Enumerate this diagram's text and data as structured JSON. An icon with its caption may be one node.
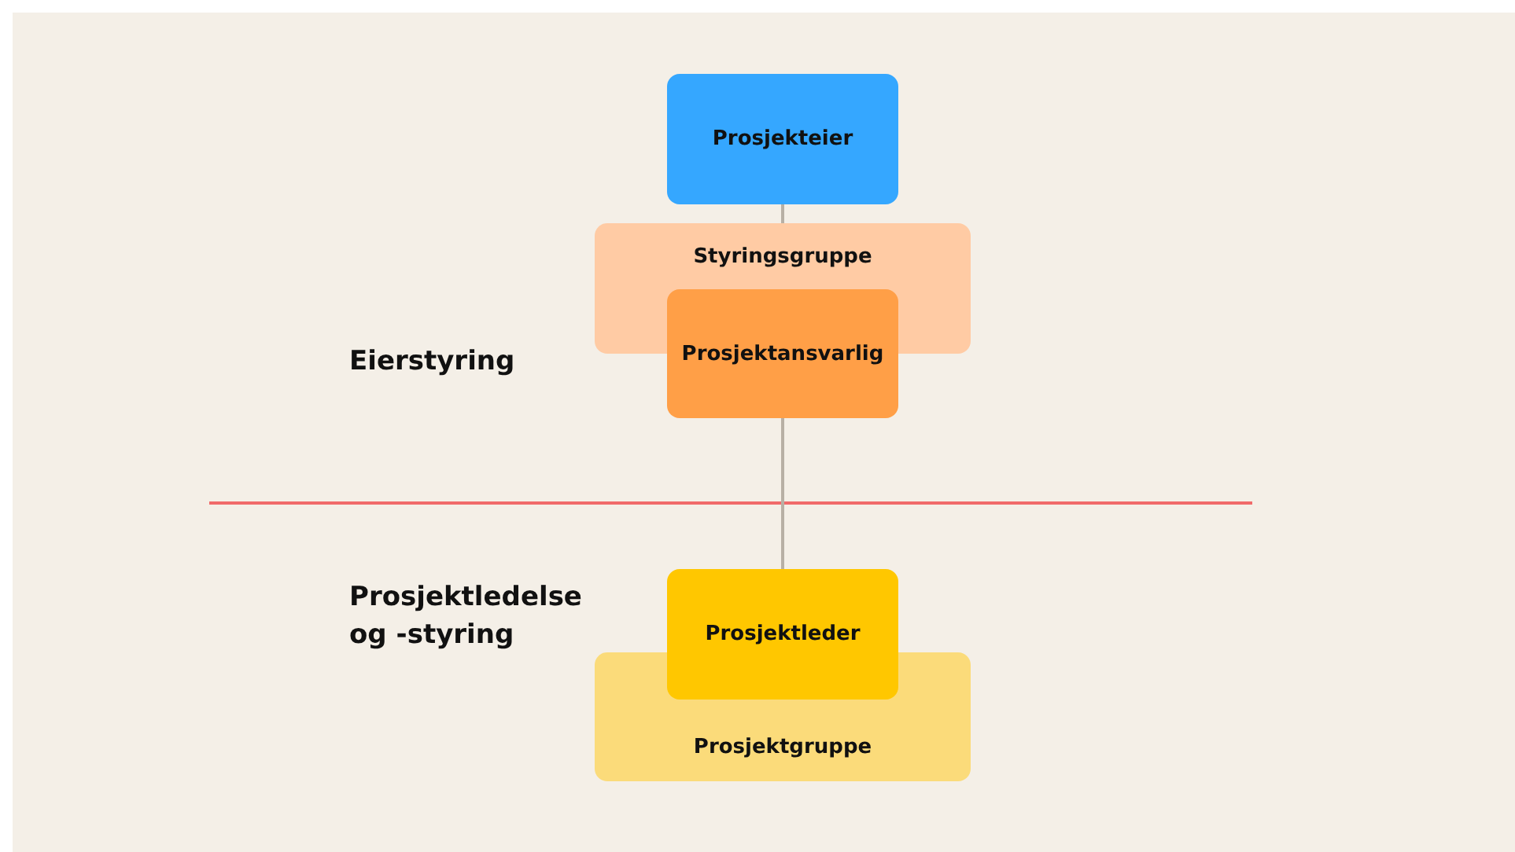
{
  "diagram": {
    "nodes": [
      {
        "text": [
          "Prosjekteier"
        ]
      },
      {
        "text": [
          "Styringsgruppe"
        ]
      },
      {
        "text": [
          "Prosjektansvarlig"
        ]
      },
      {
        "text": [
          "Prosjektleder"
        ]
      },
      {
        "text": [
          "Prosjektgruppe"
        ]
      }
    ],
    "edges": [
      {
        "from": 0,
        "to": 1,
        "arrow": "none"
      },
      {
        "from": 2,
        "to": 3,
        "arrow": "none"
      }
    ],
    "labels": [
      "Eierstyring",
      "Prosjektledelse og -styring"
    ]
  }
}
